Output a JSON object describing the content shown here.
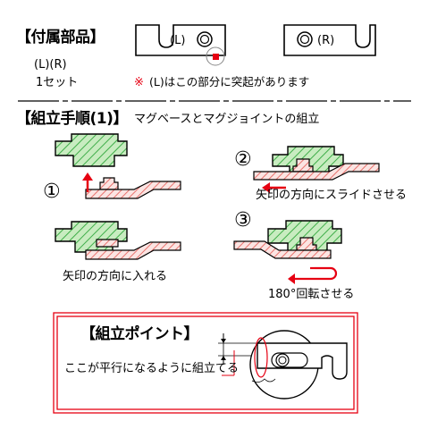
{
  "parts": {
    "heading": "【付属部品】",
    "variants": "(L)(R)",
    "quantity": "1セット",
    "left_label": "(L)",
    "right_label": "(R)",
    "note_mark": "※",
    "note": "(L)はこの部分に突起があります"
  },
  "assembly": {
    "heading": "【組立手順(1)】",
    "subtitle": "マグベースとマグジョイントの組立",
    "step1_num": "①",
    "step1_caption": "矢印の方向に入れる",
    "step2_num": "②",
    "step2_caption": "矢印の方向にスライドさせる",
    "step3_num": "③",
    "step3_caption": "180°回転させる"
  },
  "point": {
    "heading": "【組立ポイント】",
    "caption": "ここが平行になるように組立てる"
  },
  "colors": {
    "red": "#e60012",
    "hatch_red": "#e8736e",
    "hatch_green": "#3fae49",
    "fill_green": "#c8ecc0",
    "fill_pink": "#fbe4e2"
  }
}
